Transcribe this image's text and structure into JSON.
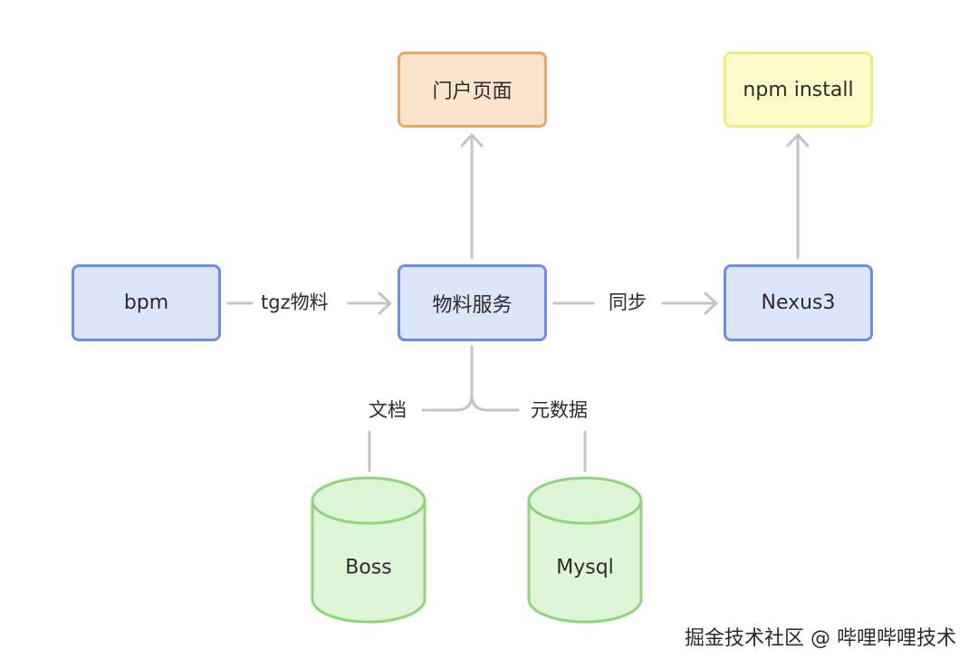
{
  "colors": {
    "blue_fill": "#dce6fb",
    "blue_border": "#6c8ee6",
    "orange_fill": "#fbe4cc",
    "orange_border": "#e9a664",
    "yellow_fill": "#fdfbc9",
    "yellow_border": "#f0ec83",
    "green_fill": "#dff5d8",
    "green_border": "#8fd47e",
    "arrow": "#c4c4c4"
  },
  "nodes": {
    "bpm": "bpm",
    "material_service": "物料服务",
    "nexus": "Nexus3",
    "portal": "门户页面",
    "npm_install": "npm install",
    "boss": "Boss",
    "mysql": "Mysql"
  },
  "edges": {
    "bpm_to_service": "tgz物料",
    "service_to_nexus": "同步",
    "docs": "文档",
    "metadata": "元数据"
  },
  "watermark": "掘金技术社区 @ 哔哩哔哩技术"
}
